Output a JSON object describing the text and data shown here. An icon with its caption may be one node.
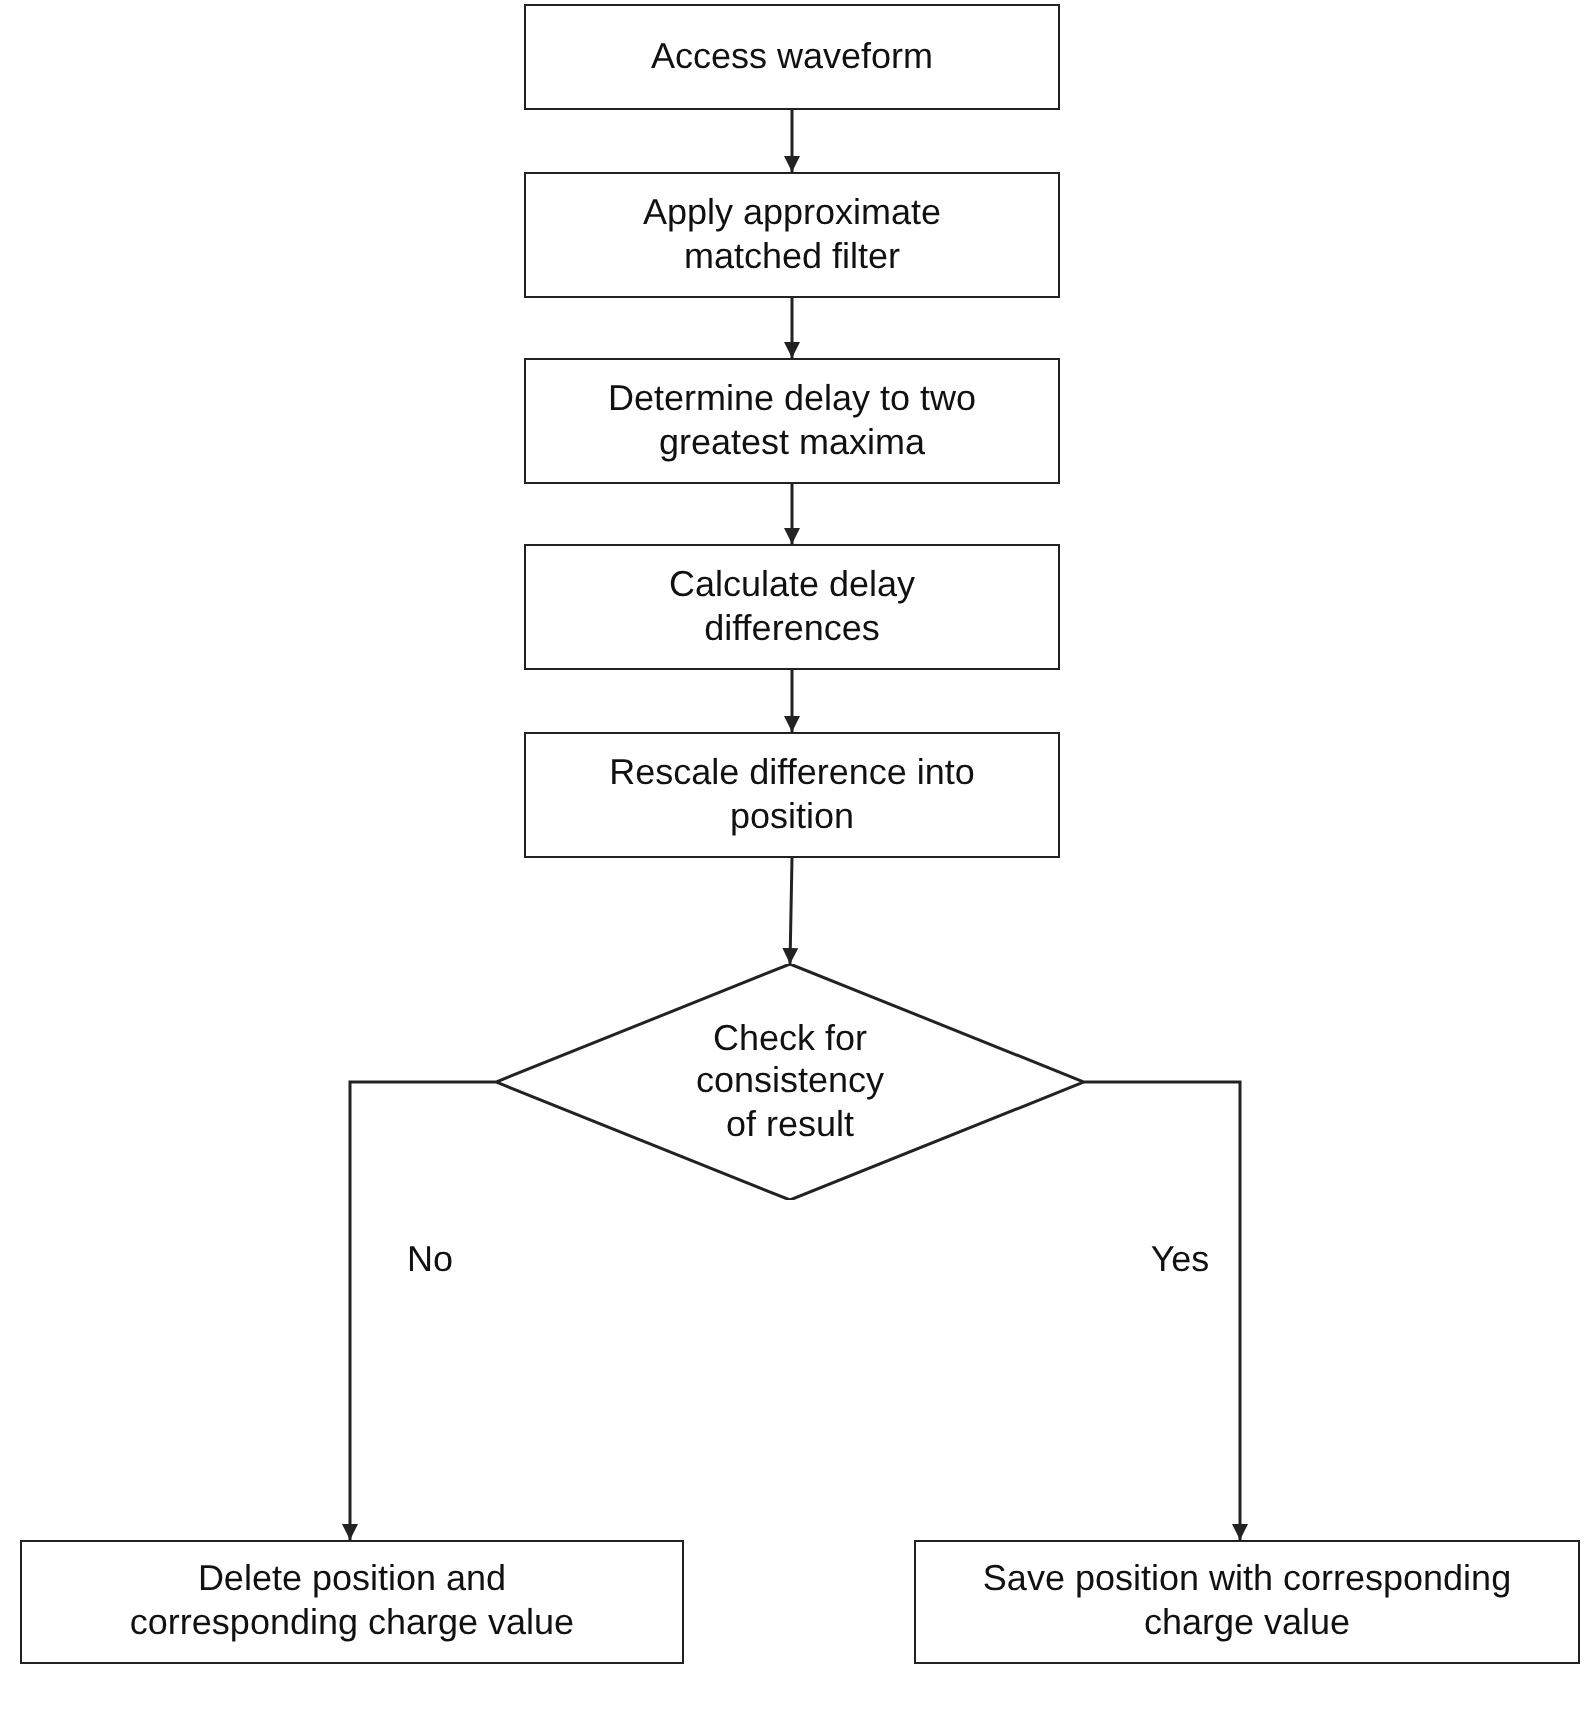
{
  "diagram": {
    "nodes": [
      {
        "text": [
          "Access waveform"
        ]
      },
      {
        "text": [
          "Apply approximate matched filter"
        ]
      },
      {
        "text": [
          "Determine delay to two greatest maxima"
        ]
      },
      {
        "text": [
          "Calculate delay differences"
        ]
      },
      {
        "text": [
          "Rescale difference into position"
        ]
      },
      {
        "text": [
          "Check for consistency of result"
        ]
      },
      {
        "text": [
          "Delete position and corresponding charge value"
        ]
      },
      {
        "text": [
          "Save position with corresponding charge value"
        ]
      }
    ],
    "edges": [
      {
        "from": 0,
        "to": 1,
        "arrow": "to"
      },
      {
        "from": 1,
        "to": 2,
        "arrow": "to"
      },
      {
        "from": 2,
        "to": 3,
        "arrow": "to"
      },
      {
        "from": 3,
        "to": 4,
        "arrow": "to"
      },
      {
        "from": 4,
        "to": 5,
        "arrow": "to"
      },
      {
        "from": 5,
        "to": 6,
        "arrow": "to",
        "label": "No"
      },
      {
        "from": 5,
        "to": 7,
        "arrow": "to",
        "label": "Yes"
      }
    ]
  }
}
